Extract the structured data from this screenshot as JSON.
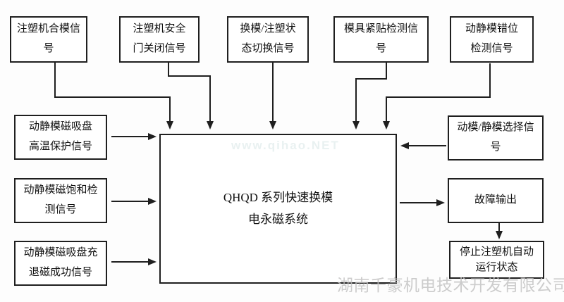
{
  "colors": {
    "background": "#fdfdfd",
    "line": "#1f1f1f",
    "box_border": "#1f1f1f",
    "text": "#111111",
    "watermark_bottom": "#c1c0c0",
    "watermark_center": "#e9f1f1"
  },
  "boxes": {
    "top": [
      {
        "label": "注塑机合模信\n号"
      },
      {
        "label": "注塑机安全\n门关闭信号"
      },
      {
        "label": "换模/注塑状\n态切换信号"
      },
      {
        "label": "模具紧贴检测信\n号"
      },
      {
        "label": "动静模错位\n检测信号"
      }
    ],
    "left": [
      {
        "label": "动静模磁吸盘\n高温保护信号"
      },
      {
        "label": "动静模磁饱和检\n测信号"
      },
      {
        "label": "动静模磁吸盘充\n退磁成功信号"
      }
    ],
    "right": [
      {
        "label": "动模/静模选择信\n号"
      },
      {
        "label": "故障输出"
      },
      {
        "label": "停止注塑机自动\n运行状态"
      }
    ],
    "center": {
      "label": "QHQD 系列快速换模\n电永磁系统"
    }
  },
  "watermarks": {
    "center": "www.qihao.NET",
    "bottom": "湖南千豪机电技术开发有限公司"
  }
}
